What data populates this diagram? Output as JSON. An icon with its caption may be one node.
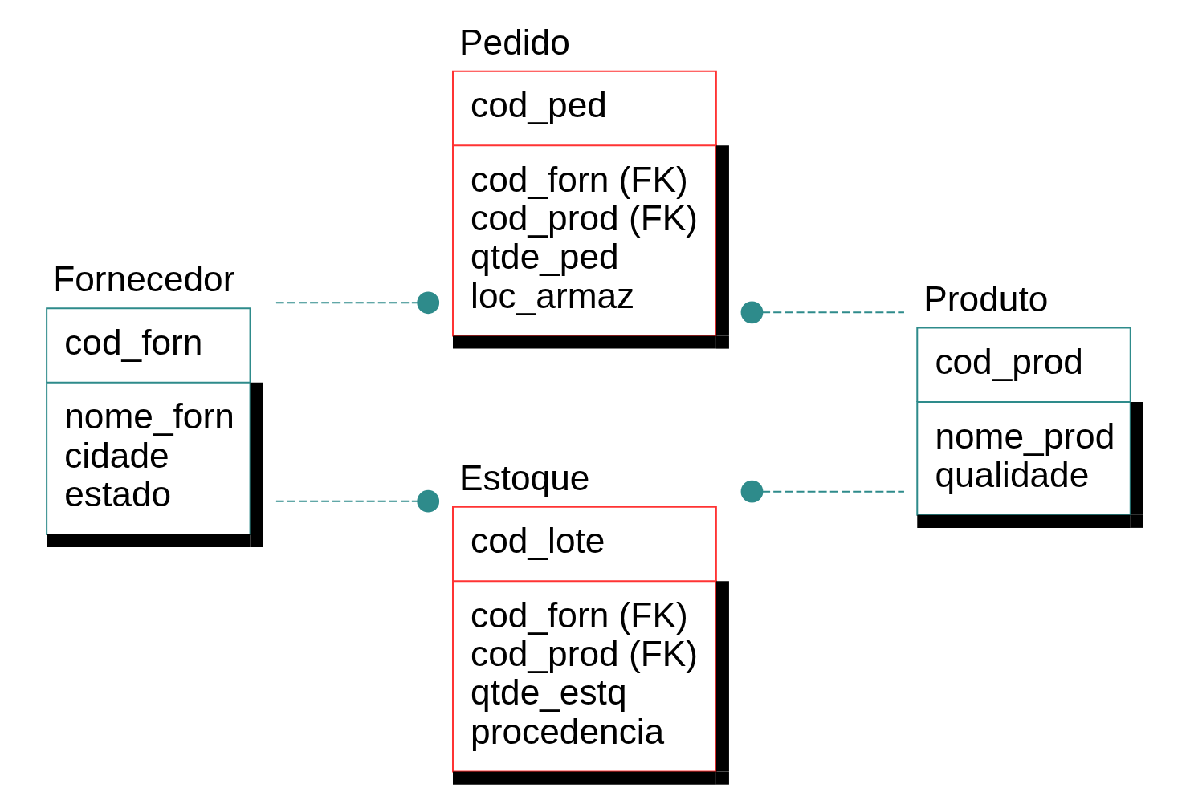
{
  "diagram": {
    "nodes": [
      {
        "text": [
          "Pedido",
          "cod_ped",
          "cod_forn (FK)",
          "cod_prod (FK)",
          "qtde_ped",
          "loc_armaz"
        ]
      },
      {
        "text": [
          "Fornecedor",
          "cod_forn",
          "nome_forn",
          "cidade",
          "estado"
        ]
      },
      {
        "text": [
          "Produto",
          "cod_prod",
          "nome_prod",
          "qualidade"
        ]
      },
      {
        "text": [
          "Estoque",
          "cod_lote",
          "cod_forn (FK)",
          "cod_prod (FK)",
          "qtde_estq",
          "procedencia"
        ]
      }
    ],
    "edges": [
      {
        "from": 1,
        "to": 0,
        "arrow": "other",
        "style": "dashed"
      },
      {
        "from": 2,
        "to": 0,
        "arrow": "other",
        "style": "dashed"
      },
      {
        "from": 1,
        "to": 3,
        "arrow": "other",
        "style": "dashed"
      },
      {
        "from": 2,
        "to": 3,
        "arrow": "other",
        "style": "dashed"
      }
    ]
  }
}
